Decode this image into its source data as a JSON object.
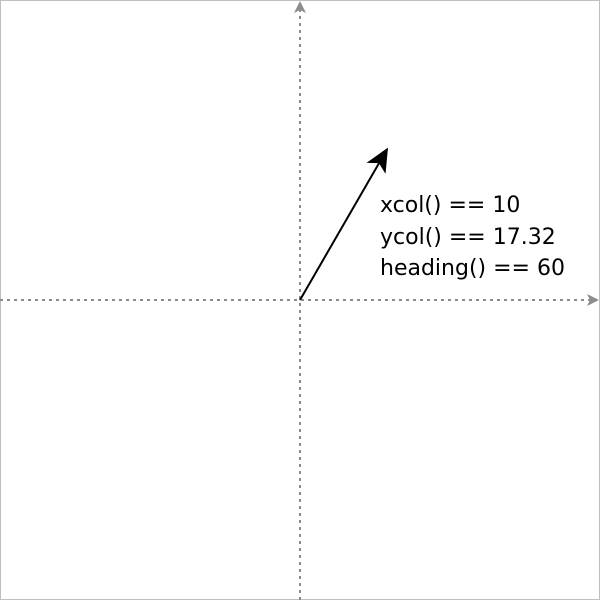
{
  "vector": {
    "x": 10,
    "y": 17.32,
    "heading": 60
  },
  "readout": [
    "xcol() == 10",
    "ycol() == 17.32",
    "heading() == 60"
  ],
  "colors": {
    "axis": "#8c8c8c",
    "vector": "#000000",
    "border": "#bfbfbf",
    "background": "#ffffff"
  },
  "icons": [
    "arrowhead-icon"
  ]
}
